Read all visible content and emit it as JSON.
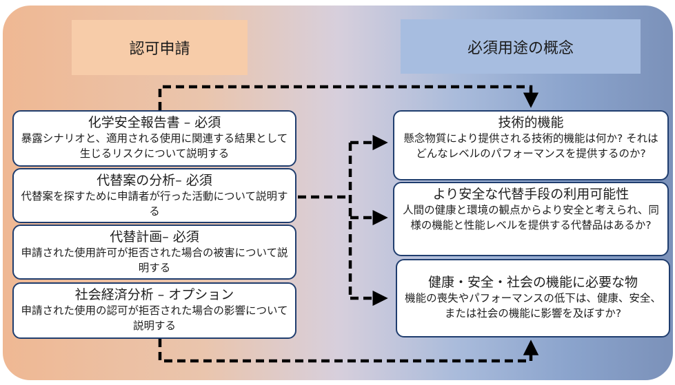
{
  "headers": {
    "left": "認可申請",
    "right": "必須用途の概念"
  },
  "left_boxes": [
    {
      "title": "化学安全報告書 – 必須",
      "desc": "暴露シナリオと、適用される使用に関連する結果として生じるリスクについて説明する"
    },
    {
      "title": "代替案の分析– 必須",
      "desc": "代替案を探すために申請者が行った活動について説明する"
    },
    {
      "title": "代替計画– 必須",
      "desc": "申請された使用許可が拒否された場合の被害について説明する"
    },
    {
      "title": "社会経済分析 – オプション",
      "desc": "申請された使用の認可が拒否された場合の影響について説明する"
    }
  ],
  "right_boxes": [
    {
      "title": "技術的機能",
      "desc": "懸念物質により提供される技術的機能は何か? それはどんなレベルのパフォーマンスを提供するのか?"
    },
    {
      "title": "より安全な代替手段の利用可能性",
      "desc": "人間の健康と環境の観点からより安全と考えられ、同様の機能と性能レベルを提供する代替品はあるか?"
    },
    {
      "title": "健康・安全・社会の機能に必要な物",
      "desc": "機能の喪失やパフォーマンスの低下は、健康、安全、または社会の機能に影響を及ぼすか?"
    }
  ]
}
